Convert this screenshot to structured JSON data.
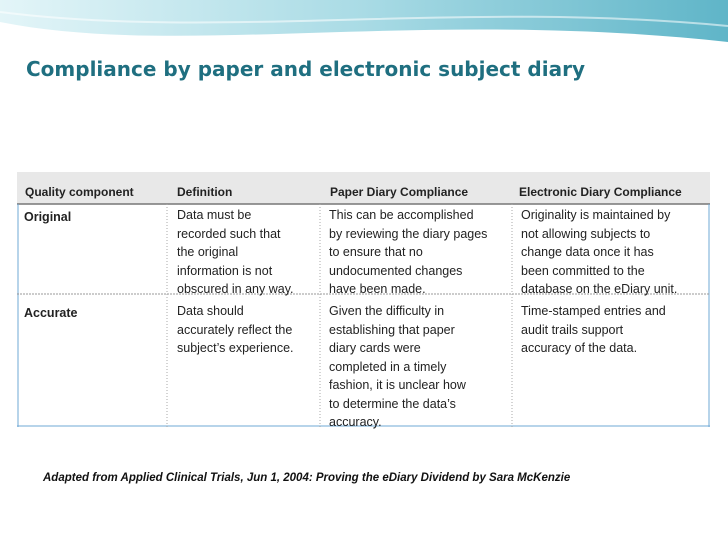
{
  "slide": {
    "title": "Compliance by paper and electronic subject diary",
    "caption": "Adapted from Applied Clinical Trials, Jun 1, 2004: Proving the eDiary Dividend by Sara McKenzie",
    "accent_color": "#1f6f80",
    "banner_color": "#7cc7d6"
  },
  "table": {
    "headers": [
      "Quality component",
      "Definition",
      "Paper Diary Compliance",
      "Electronic Diary Compliance"
    ],
    "rows": [
      {
        "component": "Original",
        "definition": "Data must be\nrecorded such that\nthe original\ninformation is not\nobscured in any way.",
        "paper": "This can be accomplished\nby reviewing the diary pages\nto ensure that no\nundocumented changes\nhave been made.",
        "electronic": "Originality is maintained by\nnot allowing subjects to\nchange data once it has\nbeen committed to the\ndatabase on the eDiary unit."
      },
      {
        "component": "Accurate",
        "definition": "Data should\naccurately reflect the\nsubject’s experience.",
        "paper": "Given the difficulty in\nestablishing that paper\ndiary cards were\ncompleted in a timely\nfashion, it is unclear how\nto determine the data’s\naccuracy.",
        "electronic": "Time-stamped entries and\naudit trails support\naccuracy of the data."
      }
    ]
  }
}
